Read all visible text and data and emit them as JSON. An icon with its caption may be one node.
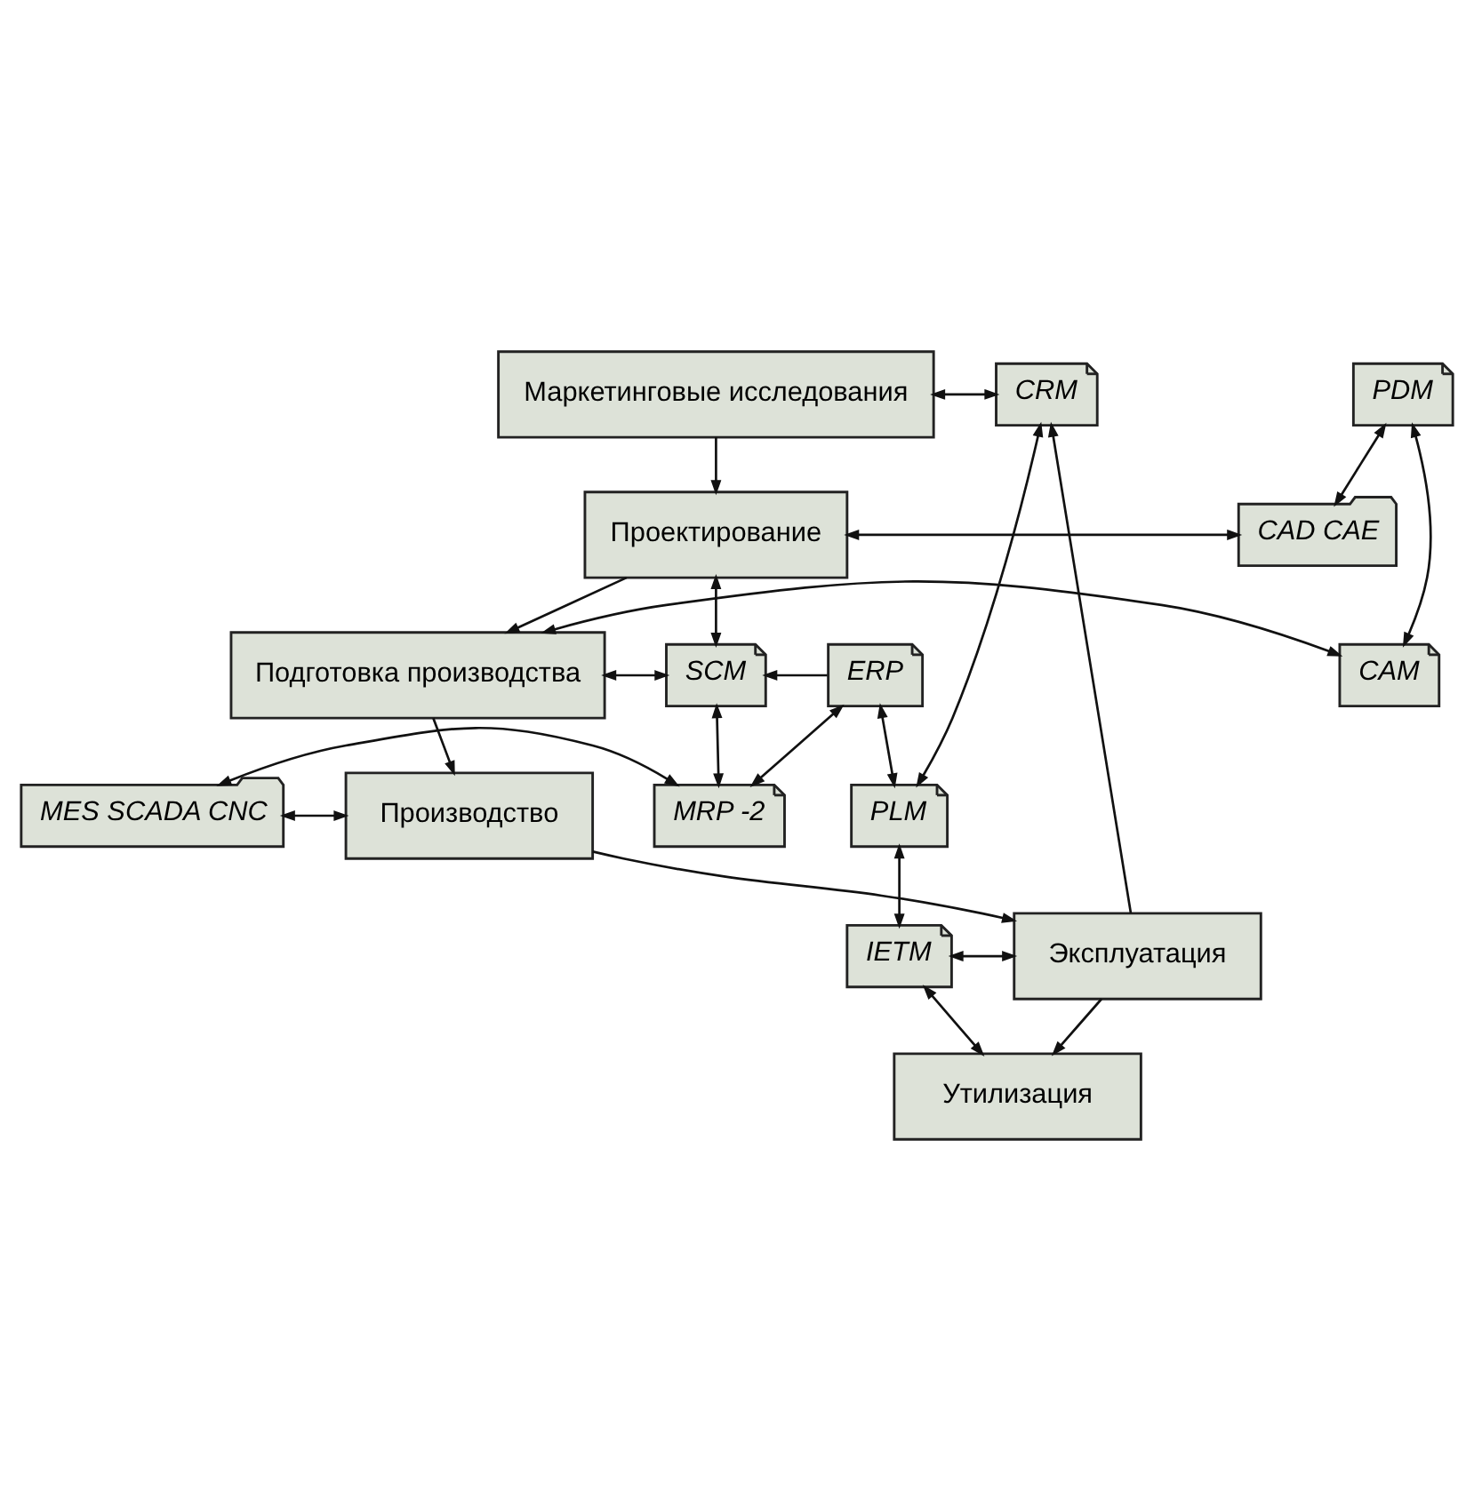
{
  "diagram": {
    "nodes": [
      {
        "text": [
          "Маркетинговые исследования"
        ]
      },
      {
        "text": [
          "CRM"
        ]
      },
      {
        "text": [
          "CAD CAE"
        ]
      },
      {
        "text": [
          "Проектирование"
        ]
      },
      {
        "text": [
          "PDM"
        ]
      },
      {
        "text": [
          "CAM"
        ]
      },
      {
        "text": [
          "Подготовка производства"
        ]
      },
      {
        "text": [
          "SCM"
        ]
      },
      {
        "text": [
          "ERP"
        ]
      },
      {
        "text": [
          "PLM"
        ]
      },
      {
        "text": [
          "MES SCADA CNC"
        ]
      },
      {
        "text": [
          "Производство"
        ]
      },
      {
        "text": [
          "MRP -2"
        ]
      },
      {
        "text": [
          "IETM"
        ]
      },
      {
        "text": [
          "Эксплуатация"
        ]
      },
      {
        "text": [
          "Утилизация"
        ]
      }
    ],
    "edges": [
      {
        "from": 0,
        "to": 3,
        "arrow": "to"
      },
      {
        "from": 3,
        "to": 6,
        "arrow": "to"
      },
      {
        "from": 6,
        "to": 11,
        "arrow": "to"
      },
      {
        "from": 11,
        "to": 14,
        "arrow": "to"
      },
      {
        "from": 14,
        "to": 15,
        "arrow": "to"
      },
      {
        "from": 0,
        "to": 1,
        "arrow": "both"
      },
      {
        "from": 2,
        "to": 3,
        "arrow": "both"
      },
      {
        "from": 4,
        "to": 2,
        "arrow": "both"
      },
      {
        "from": 4,
        "to": 5,
        "arrow": "both"
      },
      {
        "from": 5,
        "to": 6,
        "arrow": "both"
      },
      {
        "from": 6,
        "to": 7,
        "arrow": "both"
      },
      {
        "from": 3,
        "to": 7,
        "arrow": "both"
      },
      {
        "from": 8,
        "to": 7,
        "arrow": "to"
      },
      {
        "from": 9,
        "to": 1,
        "arrow": "both"
      },
      {
        "from": 9,
        "to": 8,
        "arrow": "both"
      },
      {
        "from": 10,
        "to": 11,
        "arrow": "both"
      },
      {
        "from": 7,
        "to": 12,
        "arrow": "both"
      },
      {
        "from": 8,
        "to": 12,
        "arrow": "both"
      },
      {
        "from": 10,
        "to": 12,
        "arrow": "both"
      },
      {
        "from": 14,
        "to": 1,
        "arrow": "to"
      },
      {
        "from": 9,
        "to": 13,
        "arrow": "both"
      },
      {
        "from": 13,
        "to": 14,
        "arrow": "both"
      },
      {
        "from": 13,
        "to": 15,
        "arrow": "both"
      }
    ]
  }
}
